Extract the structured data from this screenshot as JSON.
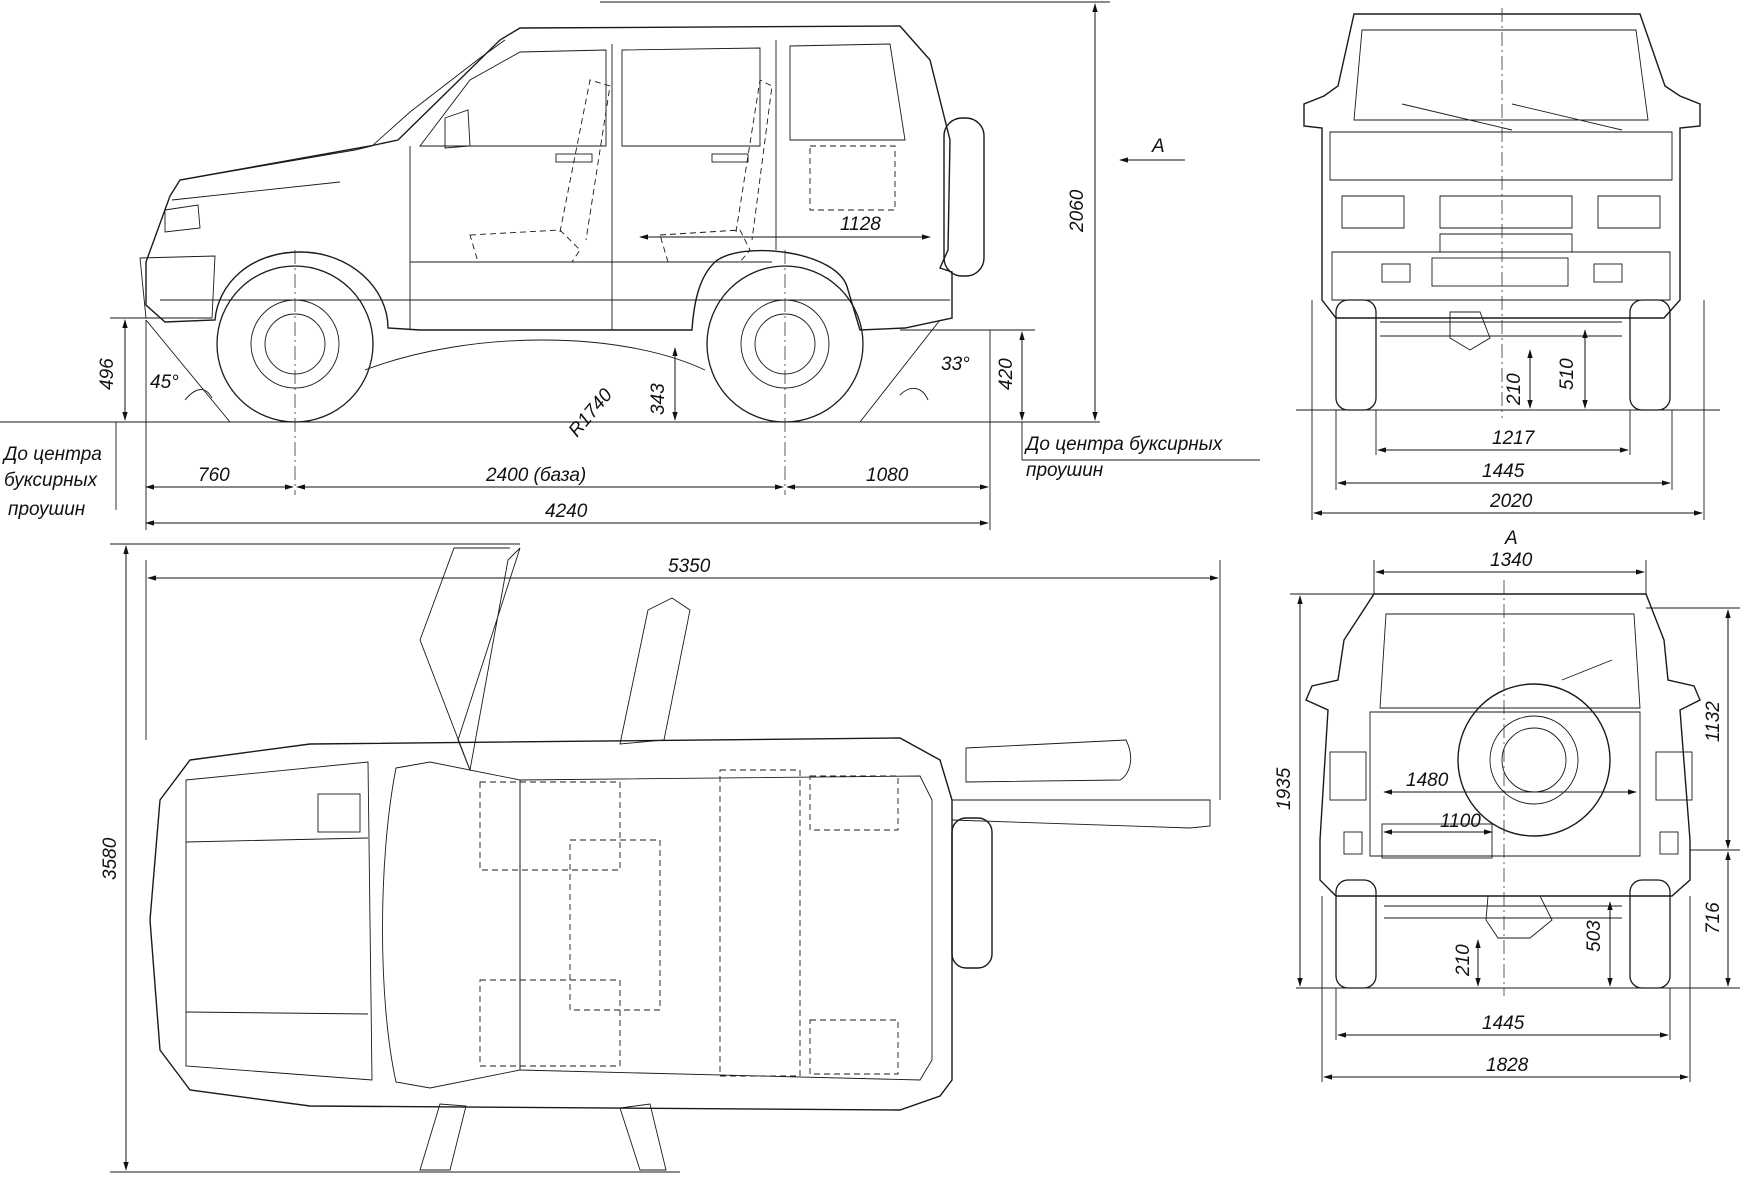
{
  "side_view": {
    "length_overall": "4240",
    "front_overhang": "760",
    "wheelbase": "2400 (база)",
    "rear_overhang": "1080",
    "height": "2060",
    "front_tow_height": "496",
    "rear_tow_height": "420",
    "ground_clearance": "343",
    "ramp_radius": "R1740",
    "approach_angle": "45°",
    "departure_angle": "33°",
    "interior_length": "1128",
    "view_arrow": "А",
    "tow_note_left": [
      "До центра",
      "буксирных",
      "проушин"
    ],
    "tow_note_right": [
      "До центра буксирных",
      "проушин"
    ]
  },
  "front_view": {
    "overall_width": "2020",
    "track": "1445",
    "inner_track": "1217",
    "axle_clearance": "210",
    "axle_height": "510"
  },
  "top_view": {
    "length_doors_open": "5350",
    "width_doors_open": "3580"
  },
  "rear_view": {
    "view_label": "А",
    "roof_width": "1340",
    "height": "1935",
    "body_height": "1132",
    "bumper_height": "716",
    "door_width": "1480",
    "plate_width": "1100",
    "track": "1445",
    "body_width": "1828",
    "axle_clearance": "210",
    "axle_height": "503"
  }
}
